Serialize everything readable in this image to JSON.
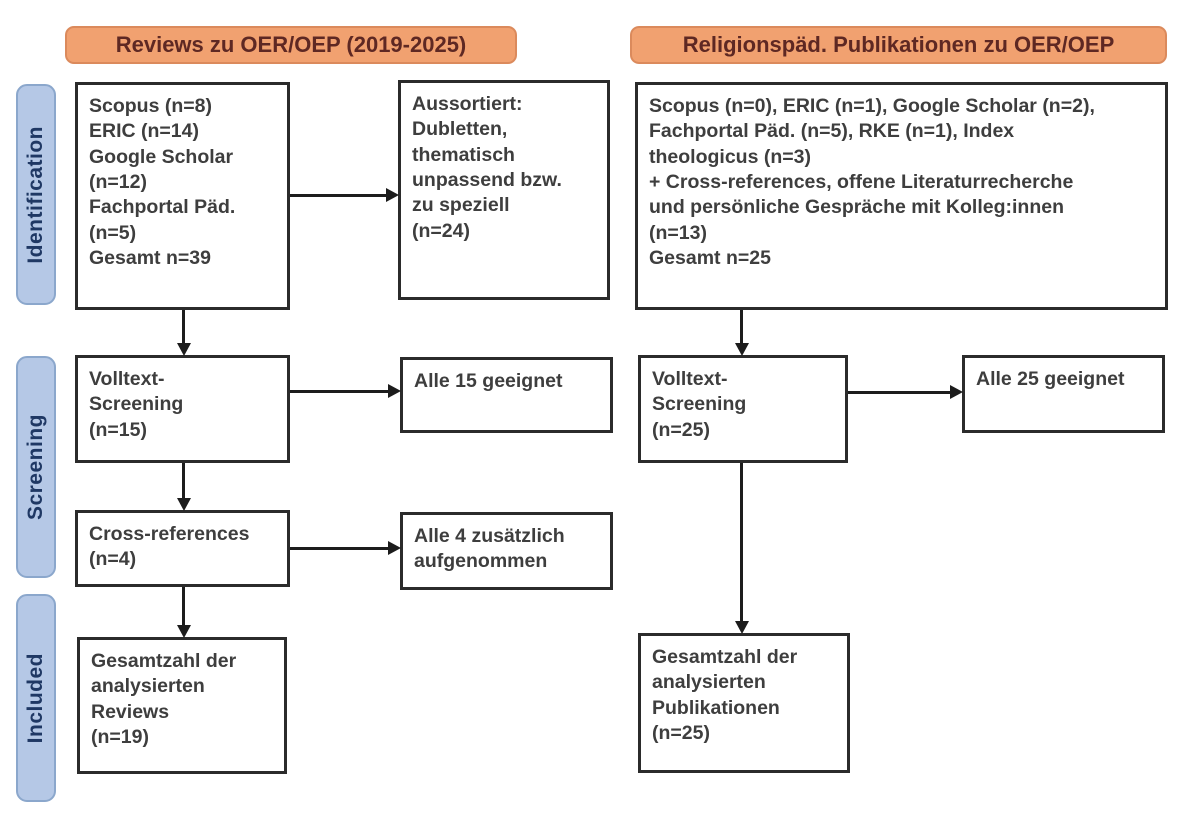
{
  "colors": {
    "background": "#FFFFFF",
    "header_fill": "#F1A170",
    "header_border": "#DB8A5C",
    "header_text": "#5E2823",
    "stage_fill": "#B5C8E6",
    "stage_border": "#8BA7CC",
    "stage_text": "#1F3864",
    "box_border": "#2B2B2B",
    "box_text": "#3E3E3E",
    "arrow": "#1C1C1C"
  },
  "headers": {
    "left": "Reviews zu OER/OEP (2019-2025)",
    "right": "Religionspäd. Publikationen zu OER/OEP"
  },
  "stages": {
    "identification": "Identification",
    "screening": "Screening",
    "included": "Included"
  },
  "left_column": {
    "sources": {
      "lines": [
        "Scopus (n=8)",
        "ERIC (n=14)",
        "Google Scholar",
        "(n=12)",
        "Fachportal Päd.",
        "(n=5)",
        "Gesamt n=39"
      ]
    },
    "excluded": {
      "lines": [
        "Aussortiert:",
        "Dubletten,",
        "thematisch",
        "unpassend bzw.",
        "zu speziell",
        "(n=24)"
      ]
    },
    "fulltext": {
      "lines": [
        "Volltext-",
        "Screening",
        "(n=15)"
      ]
    },
    "eligible": {
      "lines": [
        "Alle 15 geeignet"
      ]
    },
    "crossref": {
      "lines": [
        "Cross-references",
        "(n=4)"
      ]
    },
    "added": {
      "lines": [
        "Alle 4 zusätzlich",
        "aufgenommen"
      ]
    },
    "total": {
      "lines": [
        "Gesamtzahl der",
        "analysierten",
        "Reviews",
        "(n=19)"
      ]
    }
  },
  "right_column": {
    "sources": {
      "lines": [
        "Scopus (n=0), ERIC (n=1), Google Scholar (n=2),",
        "Fachportal Päd. (n=5), RKE (n=1), Index",
        "theologicus (n=3)",
        "+ Cross-references, offene Literaturrecherche",
        "und persönliche Gespräche mit Kolleg:innen",
        "(n=13)",
        "Gesamt n=25"
      ]
    },
    "fulltext": {
      "lines": [
        "Volltext-",
        "Screening",
        "(n=25)"
      ]
    },
    "eligible": {
      "lines": [
        "Alle 25 geeignet"
      ]
    },
    "total": {
      "lines": [
        "Gesamtzahl der",
        "analysierten",
        "Publikationen",
        "(n=25)"
      ]
    }
  }
}
